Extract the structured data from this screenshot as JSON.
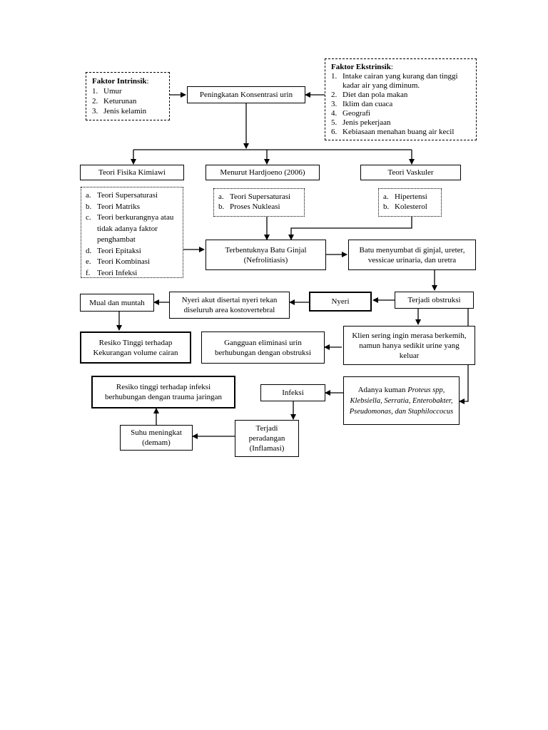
{
  "faktor_intrinsik": {
    "title": "Faktor Intrinsik",
    "colon": ":",
    "items": [
      "Umur",
      "Keturunan",
      "Jenis kelamin"
    ]
  },
  "faktor_ekstrinsik": {
    "title": "Faktor Ekstrinsik",
    "colon": ":",
    "items": [
      "Intake cairan yang kurang dan tinggi kadar air yang diminum.",
      "Diet dan pola makan",
      "Iklim dan cuaca",
      "Geografi",
      "Jenis pekerjaan",
      "Kebiasaan menahan buang air kecil"
    ]
  },
  "nodes": {
    "peningkatan": "Peningkatan Konsentrasi urin",
    "teori_fisika": "Teori Fisika Kimiawi",
    "hardjoeno": "Menurut Hardjoeno (2006)",
    "teori_vaskuler": "Teori Vaskuler",
    "batu_ginjal_1": "Terbentuknya Batu Ginjal",
    "batu_ginjal_2": "(Nefrolitiasis)",
    "batu_menyumbat": "Batu menyumbat di ginjal, ureter, vessicae urinaria, dan uretra",
    "terjadi_obstruksi": "Terjadi obstruksi",
    "nyeri": "Nyeri",
    "nyeri_akut": "Nyeri akut disertai nyeri tekan diseluruh area kostovertebral",
    "mual": "Mual dan muntah",
    "resiko_cairan_1": "Resiko Tinggi terhadap",
    "resiko_cairan_2": "Kekurangan volume cairan",
    "gangguan": "Gangguan eliminasi urin berhubungan dengan obstruksi",
    "klien": "Klien sering ingin merasa berkemih, namun hanya sedikit urine yang keluar",
    "kuman_prefix": "Adanya kuman",
    "kuman_italic": "Proteus spp, Klebsiella, Serratia, Enterobakter, Pseudomonas, dan Staphiloccocus",
    "infeksi": "Infeksi",
    "peradangan_1": "Terjadi",
    "peradangan_2": "peradangan",
    "peradangan_3": "(Inflamasi)",
    "suhu_1": "Suhu meningkat",
    "suhu_2": "(demam)",
    "resiko_infeksi": "Resiko tinggi terhadap infeksi berhubungan dengan trauma jaringan"
  },
  "teori_fisika_list": [
    {
      "m": "a.",
      "t": "Teori Supersaturasi"
    },
    {
      "m": "b.",
      "t": "Teori Matriks"
    },
    {
      "m": "c.",
      "t": "Teori berkurangnya atau tidak adanya faktor penghambat"
    },
    {
      "m": "d.",
      "t": "Teori Epitaksi"
    },
    {
      "m": "e.",
      "t": "Teori Kombinasi"
    },
    {
      "m": "f.",
      "t": "Teori Infeksi"
    }
  ],
  "hardjoeno_list": [
    {
      "m": "a.",
      "t": "Teori Supersaturasi"
    },
    {
      "m": "b.",
      "t": "Proses Nukleasi"
    }
  ],
  "vaskuler_list": [
    {
      "m": "a.",
      "t": "Hipertensi"
    },
    {
      "m": "b.",
      "t": "Kolesterol"
    }
  ]
}
